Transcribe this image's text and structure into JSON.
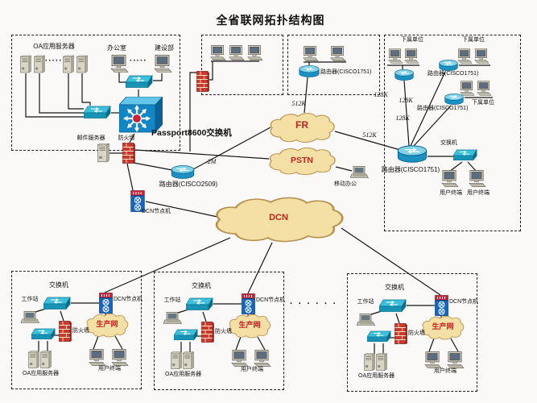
{
  "title": "全省联网拓扑结构图",
  "hq": {
    "oa_servers": "OA应用服务器",
    "office": "办公室",
    "construction": "建设部",
    "dots": "·····",
    "core_switch": "Passport8600交换机",
    "mail_server": "邮件服务器",
    "firewall": "防火墙"
  },
  "remote": {
    "router_label": "路由器(CISCO1751)"
  },
  "wan": {
    "router2509_label": "路由器(CISCO2509)",
    "dcn_node_label": "DCN节点机",
    "mobile_office_label": "移动办公"
  },
  "clouds": {
    "fr": "FR",
    "pstn": "PSTN",
    "dcn": "DCN"
  },
  "links": {
    "m2": "2M",
    "k512_top": "512K",
    "k512_right": "512K",
    "k128_a": "128K",
    "k128_b": "128K",
    "k128_c": "128K"
  },
  "branches": {
    "unit1": "下属单位",
    "unit2": "下属单位",
    "unit3": "下属单位",
    "router_mid_label": "路由器(CISCO1751)",
    "router_low_label": "路由器(CISCO1751)",
    "hub_router_label": "路由器(CISCO1751)",
    "switch_label": "交换机",
    "terminal1_label": "用户终端",
    "terminal2_label": "用户终端"
  },
  "sites_dots": "· · · · · ·",
  "sites": [
    {
      "workstation": "工作站",
      "switch": "交换机",
      "dcn_node": "DCN节点机",
      "firewall": "防火墙",
      "prod_net": "生产网",
      "oa_servers": "OA应用服务器",
      "terminals": "用户终端"
    },
    {
      "workstation": "工作站",
      "switch": "交换机",
      "dcn_node": "DCN节点机",
      "firewall": "防火墙",
      "prod_net": "生产网",
      "oa_servers": "OA应用服务器",
      "terminals": "用户终端"
    },
    {
      "workstation": "工作站",
      "switch": "交换机",
      "dcn_node": "DCN节点机",
      "firewall": "防火墙",
      "prod_net": "生产网",
      "oa_servers": "OA应用服务器",
      "terminals": "用户终端"
    }
  ],
  "colors": {
    "cloud_fill": "#f4e0a4",
    "cloud_stroke": "#b5924f",
    "accent_red": "#c32222",
    "device_teal": "#3dc0dc",
    "device_blue": "#1387c6",
    "firewall_red": "#c8392e",
    "node_blue": "#1566c0"
  }
}
